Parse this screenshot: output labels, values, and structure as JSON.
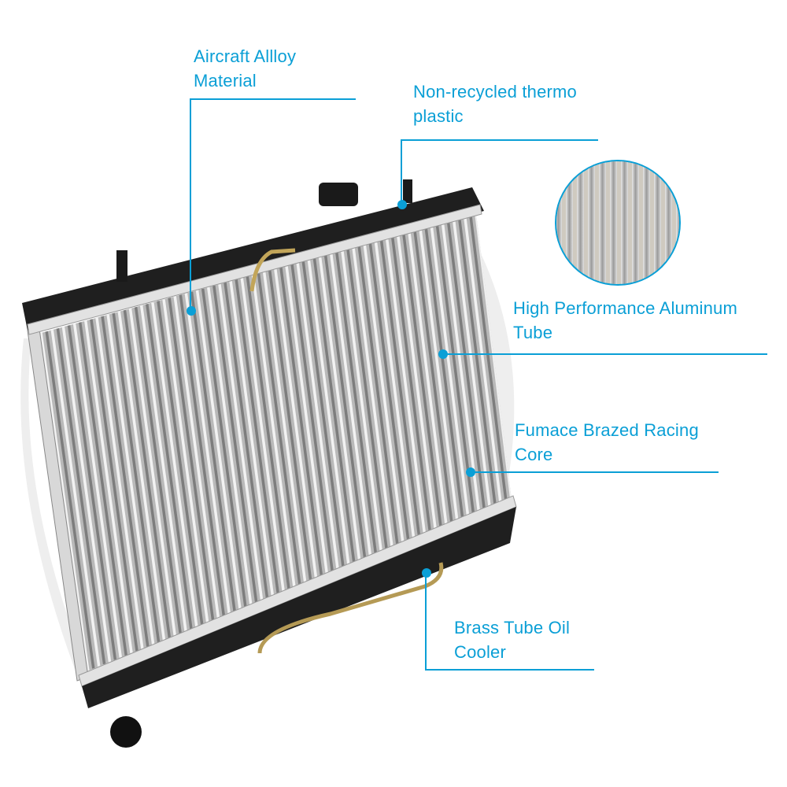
{
  "accent_color": "#0a9fd6",
  "product": "radiator",
  "callouts": [
    {
      "line1": "Aircraft Allloy",
      "line2": "Material"
    },
    {
      "line1": "Non-recycled thermo",
      "line2": "plastic"
    },
    {
      "line1": "High Performance Aluminum",
      "line2": "Tube"
    },
    {
      "line1": "Fumace Brazed Racing",
      "line2": "Core"
    },
    {
      "line1": "Brass Tube Oil",
      "line2": "Cooler"
    }
  ]
}
